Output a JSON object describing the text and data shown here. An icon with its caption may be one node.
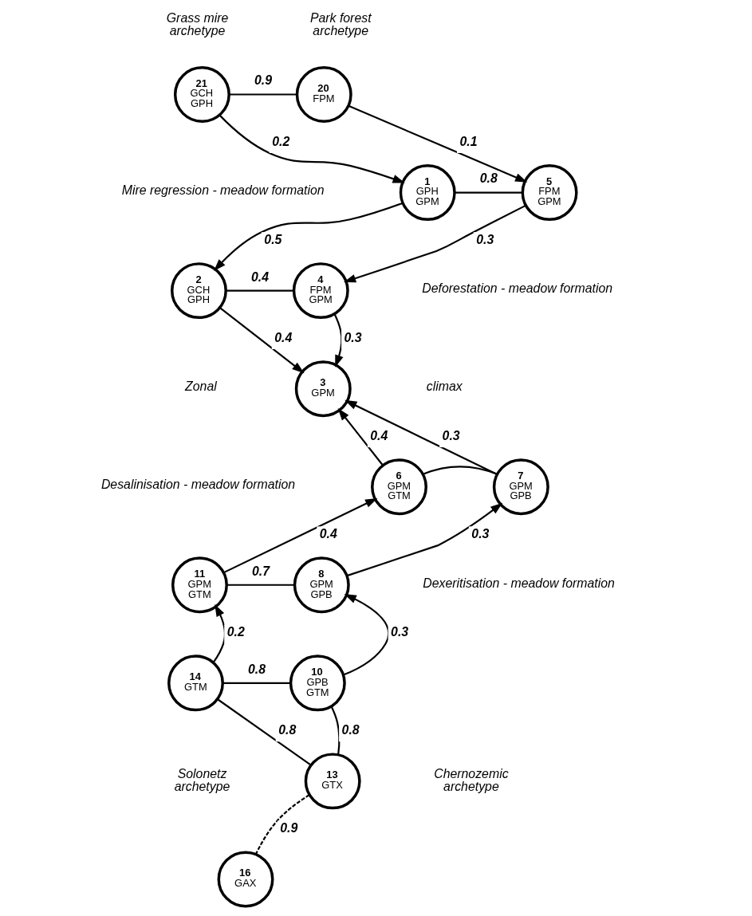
{
  "diagram": {
    "nodes": [
      {
        "text": [
          "21",
          "GCH",
          "GPH"
        ]
      },
      {
        "text": [
          "20",
          "FPM"
        ]
      },
      {
        "text": [
          "1",
          "GPH",
          "GPM"
        ]
      },
      {
        "text": [
          "5",
          "FPM",
          "GPM"
        ]
      },
      {
        "text": [
          "2",
          "GCH",
          "GPH"
        ]
      },
      {
        "text": [
          "4",
          "FPM",
          "GPM"
        ]
      },
      {
        "text": [
          "3",
          "GPM"
        ]
      },
      {
        "text": [
          "6",
          "GPM",
          "GTM"
        ]
      },
      {
        "text": [
          "7",
          "GPM",
          "GPB"
        ]
      },
      {
        "text": [
          "11",
          "GPM",
          "GTM"
        ]
      },
      {
        "text": [
          "8",
          "GPM",
          "GPB"
        ]
      },
      {
        "text": [
          "14",
          "GTM"
        ]
      },
      {
        "text": [
          "10",
          "GPB",
          "GTM"
        ]
      },
      {
        "text": [
          "13",
          "GTX"
        ]
      },
      {
        "text": [
          "16",
          "GAX"
        ]
      }
    ],
    "edges": [
      {
        "from": 0,
        "to": 1,
        "arrow": "none",
        "label": "0.9"
      },
      {
        "from": 0,
        "to": 2,
        "arrow": "to",
        "label": "0.2"
      },
      {
        "from": 2,
        "to": 3,
        "arrow": "none",
        "label": "0.8"
      },
      {
        "from": 1,
        "to": 3,
        "arrow": "to",
        "label": "0.1"
      },
      {
        "from": 2,
        "to": 4,
        "arrow": "to",
        "label": "0.5"
      },
      {
        "from": 3,
        "to": 5,
        "arrow": "to",
        "label": "0.3"
      },
      {
        "from": 4,
        "to": 5,
        "arrow": "none",
        "label": "0.4"
      },
      {
        "from": 4,
        "to": 6,
        "arrow": "to",
        "label": "0.4"
      },
      {
        "from": 5,
        "to": 6,
        "arrow": "to",
        "label": "0.3"
      },
      {
        "from": 7,
        "to": 6,
        "arrow": "to",
        "label": "0.4"
      },
      {
        "from": 8,
        "to": 6,
        "arrow": "to",
        "label": "0.3"
      },
      {
        "from": 7,
        "to": 8,
        "arrow": "none"
      },
      {
        "from": 9,
        "to": 7,
        "arrow": "to",
        "label": "0.4"
      },
      {
        "from": 9,
        "to": 10,
        "arrow": "none",
        "label": "0.7"
      },
      {
        "from": 10,
        "to": 8,
        "arrow": "to",
        "label": "0.3"
      },
      {
        "from": 11,
        "to": 9,
        "arrow": "to",
        "label": "0.2"
      },
      {
        "from": 11,
        "to": 12,
        "arrow": "none",
        "label": "0.8"
      },
      {
        "from": 12,
        "to": 10,
        "arrow": "to",
        "label": "0.3"
      },
      {
        "from": 11,
        "to": 13,
        "arrow": "none",
        "label": "0.8"
      },
      {
        "from": 12,
        "to": 13,
        "arrow": "none",
        "label": "0.8"
      },
      {
        "from": 13,
        "to": 14,
        "arrow": "none",
        "label": "0.9",
        "style": "dashed"
      }
    ],
    "labels": [
      "Grass mire archetype",
      "Park forest archetype",
      "Mire regression - meadow formation",
      "Deforestation - meadow formation",
      "Zonal",
      "climax",
      "Desalinisation - meadow formation",
      "Dexeritisation - meadow formation",
      "Solonetz archetype",
      "Chernozemic archetype"
    ]
  }
}
